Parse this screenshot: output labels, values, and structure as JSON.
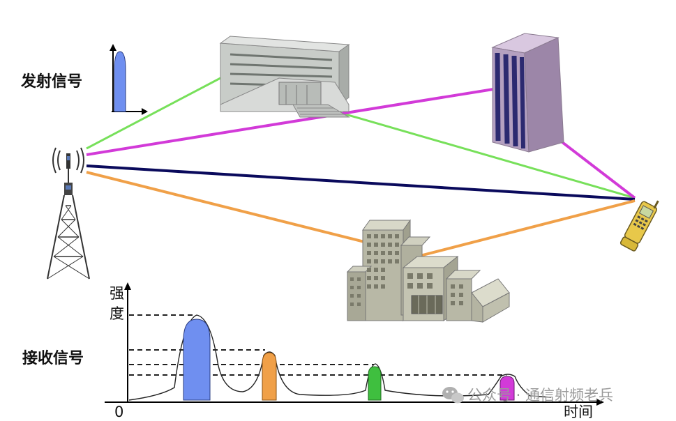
{
  "labels": {
    "transmit_signal": "发射信号",
    "receive_signal": "接收信号",
    "strength_line1": "强",
    "strength_line2": "度",
    "time": "时间",
    "origin": "0"
  },
  "watermark": "公众号 · 通信射频老兵",
  "icons": [
    "radio-tower-icon",
    "office-building-icon",
    "skyscraper-icon",
    "city-buildings-icon",
    "mobile-phone-icon",
    "wechat-logo-icon"
  ],
  "colors": {
    "transmit_pulse": "#6f8ff0",
    "path_green": "#77e05a",
    "path_magenta": "#d23ad8",
    "path_navy": "#0a0a5c",
    "path_orange": "#f0a048",
    "rx_pulse_blue": "#6f8ff0",
    "rx_pulse_orange": "#f0a048",
    "rx_pulse_green": "#3fbf3f",
    "rx_pulse_magenta": "#d23ad8"
  }
}
